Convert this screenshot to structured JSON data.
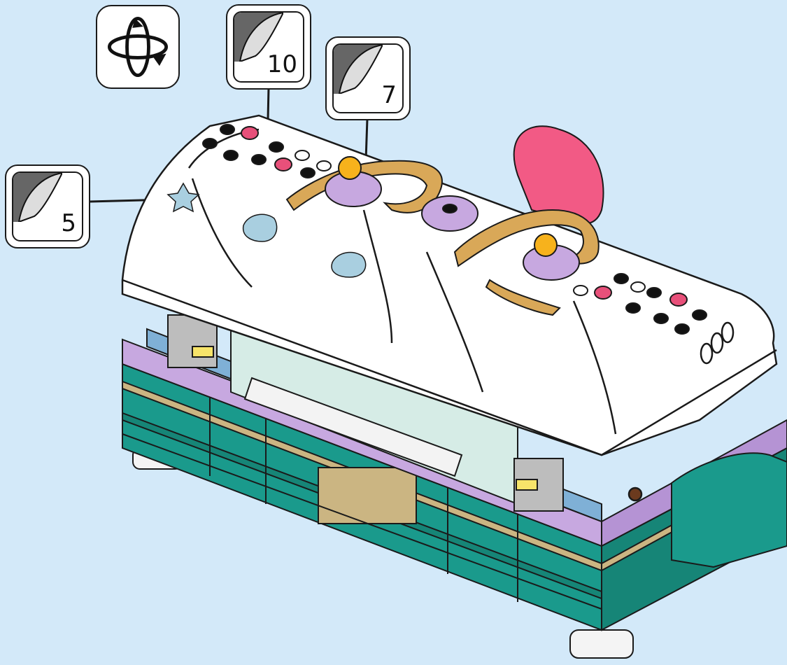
{
  "colors": {
    "background": "#d3e9f9",
    "teal": "#1a9a8c",
    "white_brick": "#ffffff",
    "lavender": "#c7a8e0",
    "tan": "#cbb582",
    "blue": "#7fb0d6",
    "gold": "#d9a858",
    "pink": "#f25a85"
  },
  "icons": {
    "rotate": "rotate-model-icon",
    "sticker": "sticker-sheet-icon"
  },
  "callouts": [
    {
      "sticker_page": "5"
    },
    {
      "sticker_page": "10"
    },
    {
      "sticker_page": "7"
    }
  ]
}
